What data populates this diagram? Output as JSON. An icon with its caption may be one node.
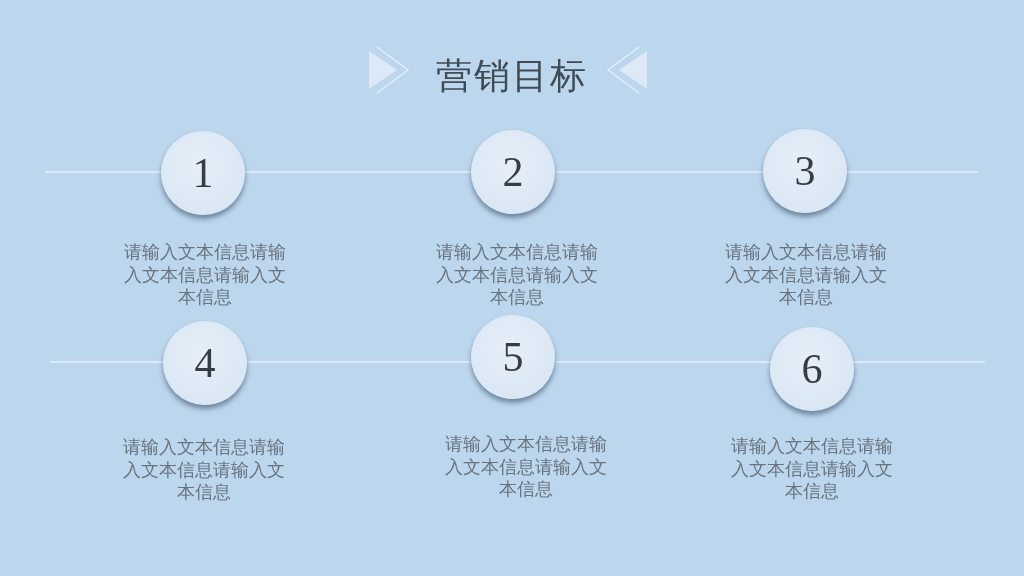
{
  "diagram": {
    "title": "营销目标",
    "nodes": [
      {
        "text": [
          "1"
        ]
      },
      {
        "text": [
          "2"
        ]
      },
      {
        "text": [
          "3"
        ]
      },
      {
        "text": [
          "4"
        ]
      },
      {
        "text": [
          "5"
        ]
      },
      {
        "text": [
          "6"
        ]
      }
    ],
    "edges": [
      {
        "from": null,
        "to": 0,
        "arrow": "none"
      },
      {
        "from": 0,
        "to": 1,
        "arrow": "none"
      },
      {
        "from": 1,
        "to": 2,
        "arrow": "none"
      },
      {
        "from": 2,
        "to": null,
        "arrow": "none"
      },
      {
        "from": null,
        "to": 3,
        "arrow": "none"
      },
      {
        "from": 3,
        "to": 4,
        "arrow": "none"
      },
      {
        "from": 4,
        "to": 5,
        "arrow": "none"
      },
      {
        "from": 5,
        "to": null,
        "arrow": "none"
      }
    ],
    "labels": [
      "请输入文本信息请输入文本信息请输入文本信息",
      "请输入文本信息请输入文本信息请输入文本信息",
      "请输入文本信息请输入文本信息请输入文本信息",
      "请输入文本信息请输入文本信息请输入文本信息",
      "请输入文本信息请输入文本信息请输入文本信息",
      "请输入文本信息请输入文本信息请输入文本信息"
    ]
  }
}
